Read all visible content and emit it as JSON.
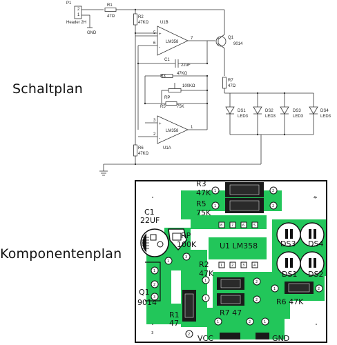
{
  "headings": {
    "schematic": "Schaltplan",
    "component_plan": "Komponentenplan"
  },
  "schematic": {
    "p1_ref": "P1",
    "p1_name": "Header 2H",
    "p1_pin1": "1",
    "p1_pin2": "2",
    "gnd": "GND",
    "r1_ref": "R1",
    "r1_val": "47Ω",
    "r2_ref": "R2",
    "r2_val": "47KΩ",
    "u1b_ref": "U1B",
    "u1b_name": "LM358",
    "u1b_pin5": "5",
    "u1b_pin6": "6",
    "u1b_pin7": "7",
    "u1b_plus": "+",
    "u1b_minus": "-",
    "q1_ref": "Q1",
    "q1_name": "9014",
    "c1_ref": "C1",
    "c1_val": "22uF",
    "r3_ref": "R3",
    "r3_val": "47KΩ",
    "rp_val": "100KΩ",
    "rp_ref": "RP",
    "r5_ref": "R5",
    "r5_val": "75K",
    "r7_ref": "R7",
    "r7_val": "47Ω",
    "ds1_ref": "DS1",
    "ds1_val": "LED3",
    "ds2_ref": "DS2",
    "ds2_val": "LED3",
    "ds3_ref": "DS3",
    "ds3_val": "LED3",
    "ds4_ref": "DS4",
    "ds4_val": "LED3",
    "u1a_ref": "U1A",
    "u1a_name": "LM358",
    "u1a_pin1": "1",
    "u1a_pin2": "2",
    "u1a_pin3": "3",
    "u1a_plus": "+",
    "u1a_minus": "-",
    "r6_ref": "R6",
    "r6_val": "47KΩ"
  },
  "pcb": {
    "r3_ref": "R3",
    "r3_val": "47K",
    "r5_ref": "R5",
    "r5_val": "75K",
    "c1_ref": "C1",
    "c1_val": "22UF",
    "rp_ref": "RP",
    "rp_val": "100K",
    "u1_label": "U1 LM358",
    "ds3": "DS3",
    "ds4": "DS4",
    "ds1": "DS1",
    "ds2": "DS2",
    "r2_ref": "R2",
    "r2_val": "47K",
    "q1_ref": "Q1",
    "q1_val": "9014",
    "r6_label": "R6 47K",
    "r1_ref": "R1",
    "r1_val": "47",
    "r7_label": "R7 47",
    "vcc": "VCC",
    "gnd": "GND",
    "pad1": "1",
    "pad2": "2",
    "pad3": "3",
    "pad4": "4",
    "pad5": "5",
    "pad6": "6",
    "pad7": "7",
    "pad8": "8"
  },
  "colors": {
    "pcb_green": "#22c65a",
    "pcb_dark": "#1a1a1a",
    "board_outline": "#111111",
    "pad_white": "#ffffff",
    "wire": "#333333"
  }
}
